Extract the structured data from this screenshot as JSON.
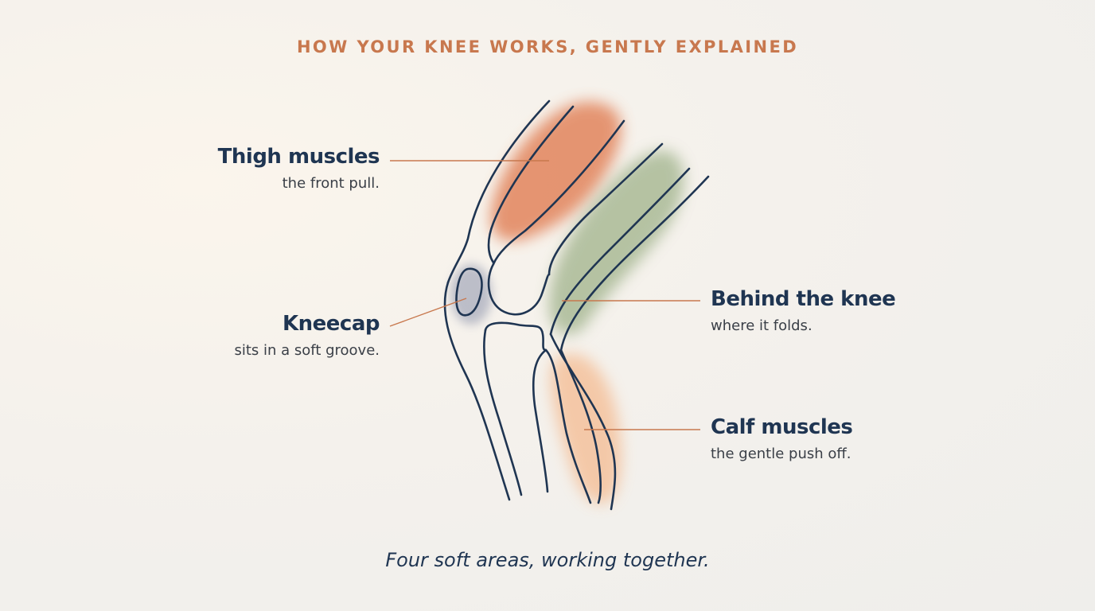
{
  "title": "HOW YOUR KNEE WORKS, GENTLY EXPLAINED",
  "labels": {
    "thigh": {
      "head": "Thigh muscles",
      "sub": "the front pull."
    },
    "kneecap": {
      "head": "Kneecap",
      "sub": "sits in a soft groove."
    },
    "behind": {
      "head": "Behind the knee",
      "sub": "where it folds."
    },
    "calf": {
      "head": "Calf muscles",
      "sub": "the gentle push off."
    }
  },
  "caption": "Four soft areas, working together.",
  "colors": {
    "thigh_wash": "#e07a4f",
    "kneecap_wash": "#8c93ab",
    "behind_wash": "#9aae84",
    "calf_wash": "#f4b98e",
    "line": "#1f3552",
    "leader": "#c8784e",
    "title": "#c8784e"
  }
}
